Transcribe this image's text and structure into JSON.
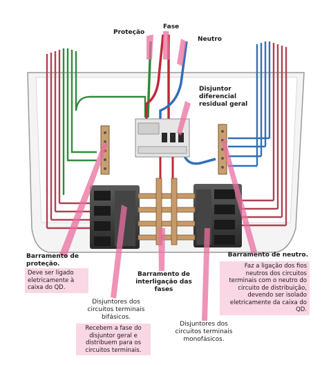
{
  "labels": {
    "protecao": "Proteção",
    "fase": "Fase",
    "neutro": "Neutro",
    "disjuntor_geral": "Disjuntor diferencial residual geral",
    "barramento_protecao": "Barramento de proteção.",
    "barramento_neutro": "Barramento de neutro.",
    "barramento_interligacao": "Barramento de interligação das fases",
    "disjuntores_bifasicos": "Disjuntores dos circuitos terminais bifásicos.",
    "disjuntores_monofasicos": "Disjuntores dos circuitos terminais monofásicos."
  },
  "notes": {
    "protecao": "Deve ser ligado eletricamente à caixa do QD.",
    "neutro": "Faz a ligação dos fios neutros dos circuitos terminais com o neutro do circuito de distribuição, devendo ser isolado eletricamente da caixa do QD.",
    "bifasicos": "Recebem a fase do disjuntor geral e distribuem para os circuitos terminais."
  },
  "colors": {
    "protection_wire": "#2e8b3a",
    "phase_wire": "#c0283a",
    "neutral_wire": "#2f6fb8",
    "pointer": "#ea6fa0",
    "note_box": "#f9d7e4",
    "panel_outline": "#9a9a9a"
  }
}
